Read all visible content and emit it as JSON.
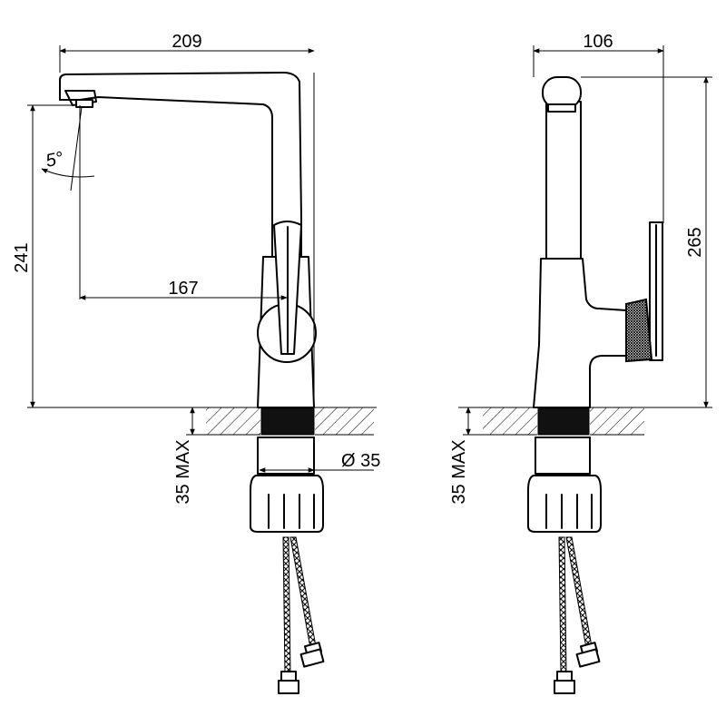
{
  "front_view": {
    "dims": {
      "width_overall": "209",
      "height_outlet": "241",
      "reach": "167",
      "angle": "5°",
      "thread_diameter": "Ø 35",
      "counter_max": "35 MAX"
    }
  },
  "side_view": {
    "dims": {
      "depth": "106",
      "height_total": "265",
      "counter_max": "35 MAX"
    }
  },
  "colors": {
    "line": "#000000",
    "background": "#ffffff",
    "fill_dark": "#111111"
  }
}
